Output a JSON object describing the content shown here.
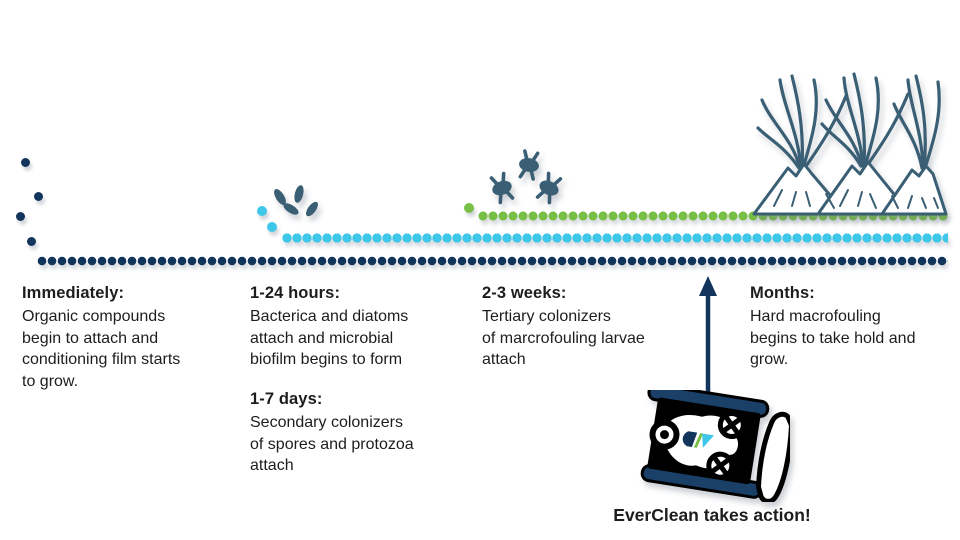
{
  "colors": {
    "navy": "#13355B",
    "cyan": "#3EC7E8",
    "green": "#77BF45",
    "slate": "#3A5F74",
    "track": "#1B4068",
    "outline": "#000000",
    "text": "#1D1D1B"
  },
  "stages": [
    {
      "heading": "Immediately:",
      "body": "Organic compounds\nbegin to attach and\nconditioning film starts\nto grow."
    },
    {
      "heading": "1-24 hours:",
      "body": "Bacterica and diatoms\nattach and microbial\nbiofilm begins to form"
    },
    {
      "heading": "1-7 days:",
      "body": "Secondary colonizers\nof spores and protozoa\nattach"
    },
    {
      "heading": "2-3 weeks:",
      "body": "Tertiary colonizers\nof marcrofouling larvae\nattach"
    },
    {
      "heading": "Months:",
      "body": "Hard macrofouling\nbegins to take hold and\ngrow."
    }
  ],
  "action_label": "EverClean takes action!",
  "icons": {
    "organic_dots": "scatter-dot",
    "bacteria": "bacteria-diatoms-icon",
    "larvae": "macrofouling-larvae-icon",
    "hard_macrofouling": "hard-macrofouling-icon",
    "arrow": "up-arrow-icon",
    "robot": "everclean-robot-icon"
  },
  "timeline_rows": [
    {
      "row": "conditioning-film",
      "color": "navy"
    },
    {
      "row": "biofilm",
      "color": "cyan"
    },
    {
      "row": "colonizers",
      "color": "green"
    }
  ]
}
